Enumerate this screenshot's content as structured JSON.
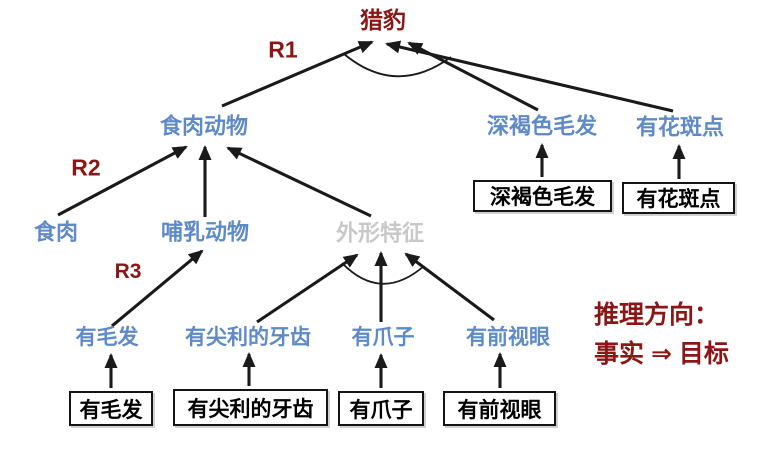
{
  "colors": {
    "goal_red": "#8B1616",
    "rule_red": "#8B1616",
    "node_blue": "#5E8AC7",
    "unused_gray": "#C8C8C8",
    "arrow_black": "#1A1A1A"
  },
  "legend": {
    "line1": "推理方向：",
    "line2": "事实 ⇒ 目标"
  },
  "diagram": {
    "nodes": [
      {
        "id": "goal",
        "label": "猎豹",
        "role": "goal"
      },
      {
        "id": "carnivore",
        "label": "食肉动物",
        "role": "fact"
      },
      {
        "id": "darkfur",
        "label": "深褐色毛发",
        "role": "fact"
      },
      {
        "id": "spots",
        "label": "有花斑点",
        "role": "fact"
      },
      {
        "id": "meat",
        "label": "食肉",
        "role": "fact"
      },
      {
        "id": "mammal",
        "label": "哺乳动物",
        "role": "fact"
      },
      {
        "id": "appearance",
        "label": "外形特征",
        "role": "unused"
      },
      {
        "id": "fur",
        "label": "有毛发",
        "role": "fact"
      },
      {
        "id": "teeth",
        "label": "有尖利的牙齿",
        "role": "fact"
      },
      {
        "id": "claws",
        "label": "有爪子",
        "role": "fact"
      },
      {
        "id": "eyes",
        "label": "有前视眼",
        "role": "fact"
      }
    ],
    "fact_boxes": [
      {
        "id": "b_darkfur",
        "label": "深褐色毛发"
      },
      {
        "id": "b_spots",
        "label": "有花斑点"
      },
      {
        "id": "b_fur",
        "label": "有毛发"
      },
      {
        "id": "b_teeth",
        "label": "有尖利的牙齿"
      },
      {
        "id": "b_claws",
        "label": "有爪子"
      },
      {
        "id": "b_eyes",
        "label": "有前视眼"
      }
    ],
    "rules": [
      {
        "id": "r1",
        "label": "R1"
      },
      {
        "id": "r2",
        "label": "R2"
      },
      {
        "id": "r3",
        "label": "R3"
      }
    ],
    "edges": [
      {
        "from": "carnivore",
        "to": "goal"
      },
      {
        "from": "darkfur",
        "to": "goal"
      },
      {
        "from": "spots",
        "to": "goal"
      },
      {
        "from": "meat",
        "to": "carnivore"
      },
      {
        "from": "mammal",
        "to": "carnivore"
      },
      {
        "from": "appearance",
        "to": "carnivore"
      },
      {
        "from": "fur",
        "to": "mammal"
      },
      {
        "from": "teeth",
        "to": "appearance"
      },
      {
        "from": "claws",
        "to": "appearance"
      },
      {
        "from": "eyes",
        "to": "appearance"
      },
      {
        "from": "b_darkfur",
        "to": "darkfur"
      },
      {
        "from": "b_spots",
        "to": "spots"
      },
      {
        "from": "b_fur",
        "to": "fur"
      },
      {
        "from": "b_teeth",
        "to": "teeth"
      },
      {
        "from": "b_claws",
        "to": "claws"
      },
      {
        "from": "b_eyes",
        "to": "eyes"
      }
    ],
    "and_arc_groups": [
      {
        "rule": "R1",
        "joins": [
          "carnivore",
          "darkfur",
          "spots"
        ]
      },
      {
        "rule": "",
        "joins": [
          "teeth",
          "claws",
          "eyes"
        ]
      }
    ]
  }
}
